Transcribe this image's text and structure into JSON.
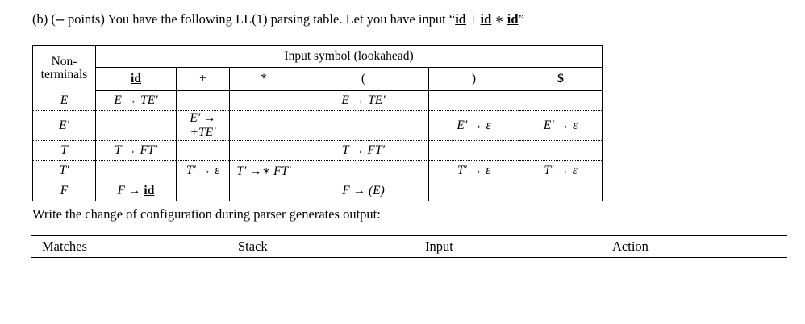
{
  "prompt": {
    "prefix": "(b) (-- points) You have the following LL(1) parsing table. Let you have input “",
    "token1": "id",
    "plus": " + ",
    "token2": "id",
    "star": " ∗ ",
    "token3": "id",
    "suffix": "”"
  },
  "parsing_table": {
    "corner_line1": "Non-",
    "corner_line2": "terminals",
    "group_header": "Input symbol (lookahead)",
    "columns": [
      "id",
      "+",
      "*",
      "(",
      ")",
      "$"
    ],
    "rows": [
      {
        "nonterminal": "E",
        "cells": [
          {
            "lhs": "E",
            "arrow": " → ",
            "rhs": "TE′"
          },
          {
            "lhs": "",
            "arrow": "",
            "rhs": ""
          },
          {
            "lhs": "",
            "arrow": "",
            "rhs": ""
          },
          {
            "lhs": "E",
            "arrow": " → ",
            "rhs": "TE′"
          },
          {
            "lhs": "",
            "arrow": "",
            "rhs": ""
          },
          {
            "lhs": "",
            "arrow": "",
            "rhs": ""
          }
        ]
      },
      {
        "nonterminal": "E′",
        "cells": [
          {
            "lhs": "",
            "arrow": "",
            "rhs": ""
          },
          {
            "lhs": "E′",
            "arrow": " → ",
            "rhs": "+TE′"
          },
          {
            "lhs": "",
            "arrow": "",
            "rhs": ""
          },
          {
            "lhs": "",
            "arrow": "",
            "rhs": ""
          },
          {
            "lhs": "E′",
            "arrow": " → ",
            "rhs": "ε"
          },
          {
            "lhs": "E′",
            "arrow": " → ",
            "rhs": "ε"
          }
        ]
      },
      {
        "nonterminal": "T",
        "cells": [
          {
            "lhs": "T",
            "arrow": " → ",
            "rhs": "FT′"
          },
          {
            "lhs": "",
            "arrow": "",
            "rhs": ""
          },
          {
            "lhs": "",
            "arrow": "",
            "rhs": ""
          },
          {
            "lhs": "T",
            "arrow": " → ",
            "rhs": "FT′"
          },
          {
            "lhs": "",
            "arrow": "",
            "rhs": ""
          },
          {
            "lhs": "",
            "arrow": "",
            "rhs": ""
          }
        ]
      },
      {
        "nonterminal": "T′",
        "cells": [
          {
            "lhs": "",
            "arrow": "",
            "rhs": ""
          },
          {
            "lhs": "T′",
            "arrow": " → ",
            "rhs": "ε"
          },
          {
            "lhs": "T′",
            "arrow": " →",
            "rhs": "∗ FT′"
          },
          {
            "lhs": "",
            "arrow": "",
            "rhs": ""
          },
          {
            "lhs": "T′",
            "arrow": " → ",
            "rhs": "ε"
          },
          {
            "lhs": "T′",
            "arrow": " → ",
            "rhs": "ε"
          }
        ]
      },
      {
        "nonterminal": "F",
        "cells": [
          {
            "lhs": "F",
            "arrow": " → ",
            "rhs": "id",
            "rhs_bold_underline": true
          },
          {
            "lhs": "",
            "arrow": "",
            "rhs": ""
          },
          {
            "lhs": "",
            "arrow": "",
            "rhs": ""
          },
          {
            "lhs": "F",
            "arrow": " → ",
            "rhs": "(E)"
          },
          {
            "lhs": "",
            "arrow": "",
            "rhs": ""
          },
          {
            "lhs": "",
            "arrow": "",
            "rhs": ""
          }
        ]
      }
    ]
  },
  "instruction": "Write the change of configuration during parser generates output:",
  "config_table": {
    "headers": [
      "Matches",
      "Stack",
      "Input",
      "Action"
    ],
    "rows": []
  }
}
